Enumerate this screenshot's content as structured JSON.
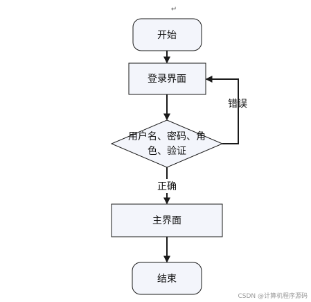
{
  "paragraph_mark": "↵",
  "nodes": {
    "start": "开始",
    "login": "登录界面",
    "decision_line1": "用户名、密码、角",
    "decision_line2": "色、验证",
    "main": "主界面",
    "end": "结束"
  },
  "edges": {
    "error": "错误",
    "correct": "正确"
  },
  "watermark": "CSDN @计算机程序源码",
  "colors": {
    "node_fill": "#f3f5fb",
    "stroke": "#1a1a1a",
    "text": "#111111"
  }
}
